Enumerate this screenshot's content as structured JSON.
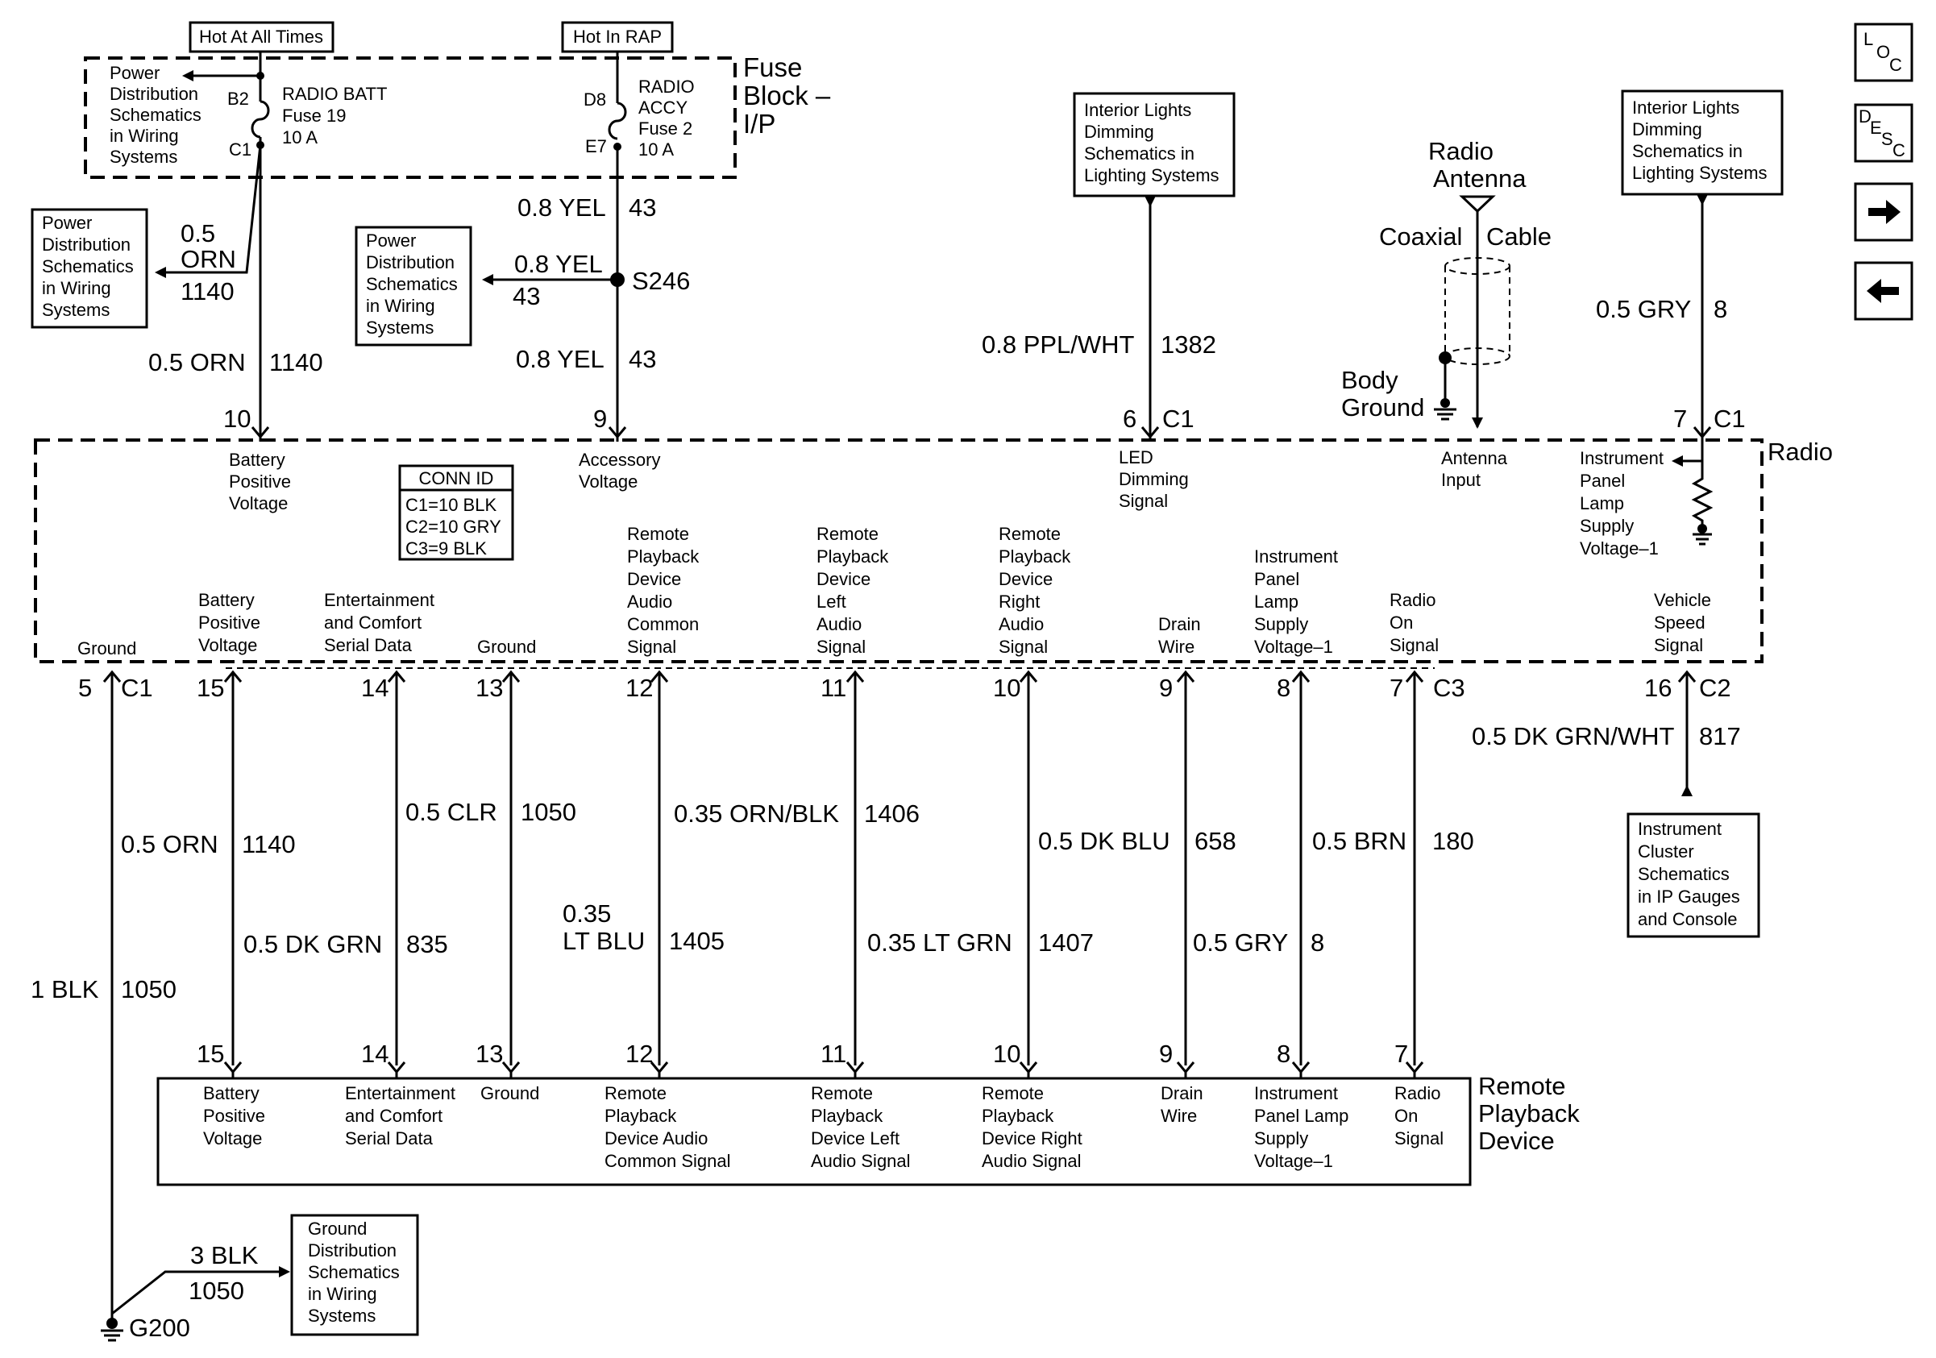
{
  "header_boxes": {
    "hot_at_all_times": "Hot At All Times",
    "hot_in_rap": "Hot In RAP"
  },
  "fuse_block": {
    "label": [
      "Fuse",
      "Block –",
      "I/P"
    ],
    "pd_note": [
      "Power",
      "Distribution",
      "Schematics",
      "in Wiring",
      "Systems"
    ],
    "fuse19": {
      "pin_top": "B2",
      "pin_bottom": "C1",
      "lines": [
        "RADIO BATT",
        "Fuse 19",
        "10 A"
      ]
    },
    "fuse2": {
      "pin_top": "D8",
      "pin_bottom": "E7",
      "lines": [
        "RADIO",
        "ACCY",
        "Fuse 2",
        "10 A"
      ]
    }
  },
  "ref_boxes": {
    "power_dist_left": [
      "Power",
      "Distribution",
      "Schematics",
      "in Wiring",
      "Systems"
    ],
    "power_dist_mid": [
      "Power",
      "Distribution",
      "Schematics",
      "in Wiring",
      "Systems"
    ],
    "interior_lights_1": [
      "Interior Lights",
      "Dimming",
      "Schematics in",
      "Lighting Systems"
    ],
    "interior_lights_2": [
      "Interior Lights",
      "Dimming",
      "Schematics in",
      "Lighting Systems"
    ],
    "instrument_cluster": [
      "Instrument",
      "Cluster",
      "Schematics",
      "in IP Gauges",
      "and Console"
    ],
    "ground_dist": [
      "Ground",
      "Distribution",
      "Schematics",
      "in Wiring",
      "Systems"
    ]
  },
  "nav_buttons": {
    "loc": [
      "L",
      "O",
      "C"
    ],
    "desc": [
      "D",
      "E",
      "S",
      "C"
    ]
  },
  "wires_top": {
    "orn_05_a": [
      "0.5",
      "ORN",
      "1140"
    ],
    "orn_05_b": {
      "color": "0.5 ORN",
      "circuit": "1140"
    },
    "yel_1": {
      "color": "0.8 YEL",
      "circuit": "43"
    },
    "yel_2": {
      "color": "0.8 YEL",
      "circuit": "43"
    },
    "yel_3": {
      "color": "0.8 YEL",
      "circuit": "43"
    },
    "splice": "S246",
    "ppl_wht": {
      "color": "0.8 PPL/WHT",
      "circuit": "1382"
    },
    "gry_top": {
      "color": "0.5 GRY",
      "circuit": "8"
    }
  },
  "antenna": {
    "title": [
      "Radio",
      "Antenna"
    ],
    "cable": [
      "Coaxial",
      "Cable"
    ],
    "ground": [
      "Body",
      "Ground"
    ]
  },
  "radio": {
    "label": "Radio",
    "conn_id": {
      "title": "CONN ID",
      "lines": [
        "C1=10 BLK",
        "C2=10 GRY",
        "C3=9 BLK"
      ]
    },
    "top_pins": [
      {
        "num": "10",
        "conn": "",
        "label": [
          "Battery",
          "Positive",
          "Voltage"
        ]
      },
      {
        "num": "9",
        "conn": "",
        "label": [
          "Accessory",
          "Voltage"
        ]
      },
      {
        "num": "6",
        "conn": "C1",
        "label": [
          "LED",
          "Dimming",
          "Signal"
        ]
      },
      {
        "num": "",
        "conn": "",
        "label": [
          "Antenna",
          "Input"
        ]
      },
      {
        "num": "7",
        "conn": "C1",
        "label": [
          "Instrument",
          "Panel",
          "Lamp",
          "Supply",
          "Voltage–1"
        ]
      }
    ],
    "bottom_pins": [
      {
        "num": "5",
        "conn": "C1",
        "label": [
          "Ground"
        ]
      },
      {
        "num": "15",
        "conn": "",
        "label": [
          "Battery",
          "Positive",
          "Voltage"
        ]
      },
      {
        "num": "14",
        "conn": "",
        "label": [
          "Entertainment",
          "and Comfort",
          "Serial Data"
        ]
      },
      {
        "num": "13",
        "conn": "",
        "label": [
          "Ground"
        ]
      },
      {
        "num": "12",
        "conn": "",
        "label": [
          "Remote",
          "Playback",
          "Device",
          "Audio",
          "Common",
          "Signal"
        ]
      },
      {
        "num": "11",
        "conn": "",
        "label": [
          "Remote",
          "Playback",
          "Device",
          "Left",
          "Audio",
          "Signal"
        ]
      },
      {
        "num": "10",
        "conn": "",
        "label": [
          "Remote",
          "Playback",
          "Device",
          "Right",
          "Audio",
          "Signal"
        ]
      },
      {
        "num": "9",
        "conn": "",
        "label": [
          "Drain",
          "Wire"
        ]
      },
      {
        "num": "8",
        "conn": "",
        "label": [
          "Instrument",
          "Panel",
          "Lamp",
          "Supply",
          "Voltage–1"
        ]
      },
      {
        "num": "7",
        "conn": "C3",
        "label": [
          "Radio",
          "On",
          "Signal"
        ]
      },
      {
        "num": "16",
        "conn": "C2",
        "label": [
          "Vehicle",
          "Speed",
          "Signal"
        ]
      }
    ]
  },
  "wires_mid": [
    {
      "color": "1 BLK",
      "circuit": "1050"
    },
    {
      "color": "0.5 ORN",
      "circuit": "1140"
    },
    {
      "color": "0.5 DK GRN",
      "circuit": "835"
    },
    {
      "color": "0.5 CLR",
      "circuit": "1050"
    },
    {
      "color": [
        "0.35",
        "LT BLU"
      ],
      "circuit": "1405"
    },
    {
      "color": "0.35 ORN/BLK",
      "circuit": "1406"
    },
    {
      "color": "0.35 LT GRN",
      "circuit": "1407"
    },
    {
      "color": "0.5 DK BLU",
      "circuit": "658"
    },
    {
      "color": "0.5 GRY",
      "circuit": "8"
    },
    {
      "color": "0.5 BRN",
      "circuit": "180"
    },
    {
      "color": "0.5 DK GRN/WHT",
      "circuit": "817"
    }
  ],
  "remote_device": {
    "label": [
      "Remote",
      "Playback",
      "Device"
    ],
    "pins": [
      {
        "num": "15",
        "label": [
          "Battery",
          "Positive",
          "Voltage"
        ]
      },
      {
        "num": "14",
        "label": [
          "Entertainment",
          "and Comfort",
          "Serial Data"
        ]
      },
      {
        "num": "13",
        "label": [
          "Ground"
        ]
      },
      {
        "num": "12",
        "label": [
          "Remote",
          "Playback",
          "Device Audio",
          "Common Signal"
        ]
      },
      {
        "num": "11",
        "label": [
          "Remote",
          "Playback",
          "Device Left",
          "Audio Signal"
        ]
      },
      {
        "num": "10",
        "label": [
          "Remote",
          "Playback",
          "Device Right",
          "Audio Signal"
        ]
      },
      {
        "num": "9",
        "label": [
          "Drain",
          "Wire"
        ]
      },
      {
        "num": "8",
        "label": [
          "Instrument",
          "Panel Lamp",
          "Supply",
          "Voltage–1"
        ]
      },
      {
        "num": "7",
        "label": [
          "Radio",
          "On",
          "Signal"
        ]
      }
    ]
  },
  "ground_bottom": {
    "wire": [
      "3 BLK",
      "1050"
    ],
    "point": "G200"
  }
}
